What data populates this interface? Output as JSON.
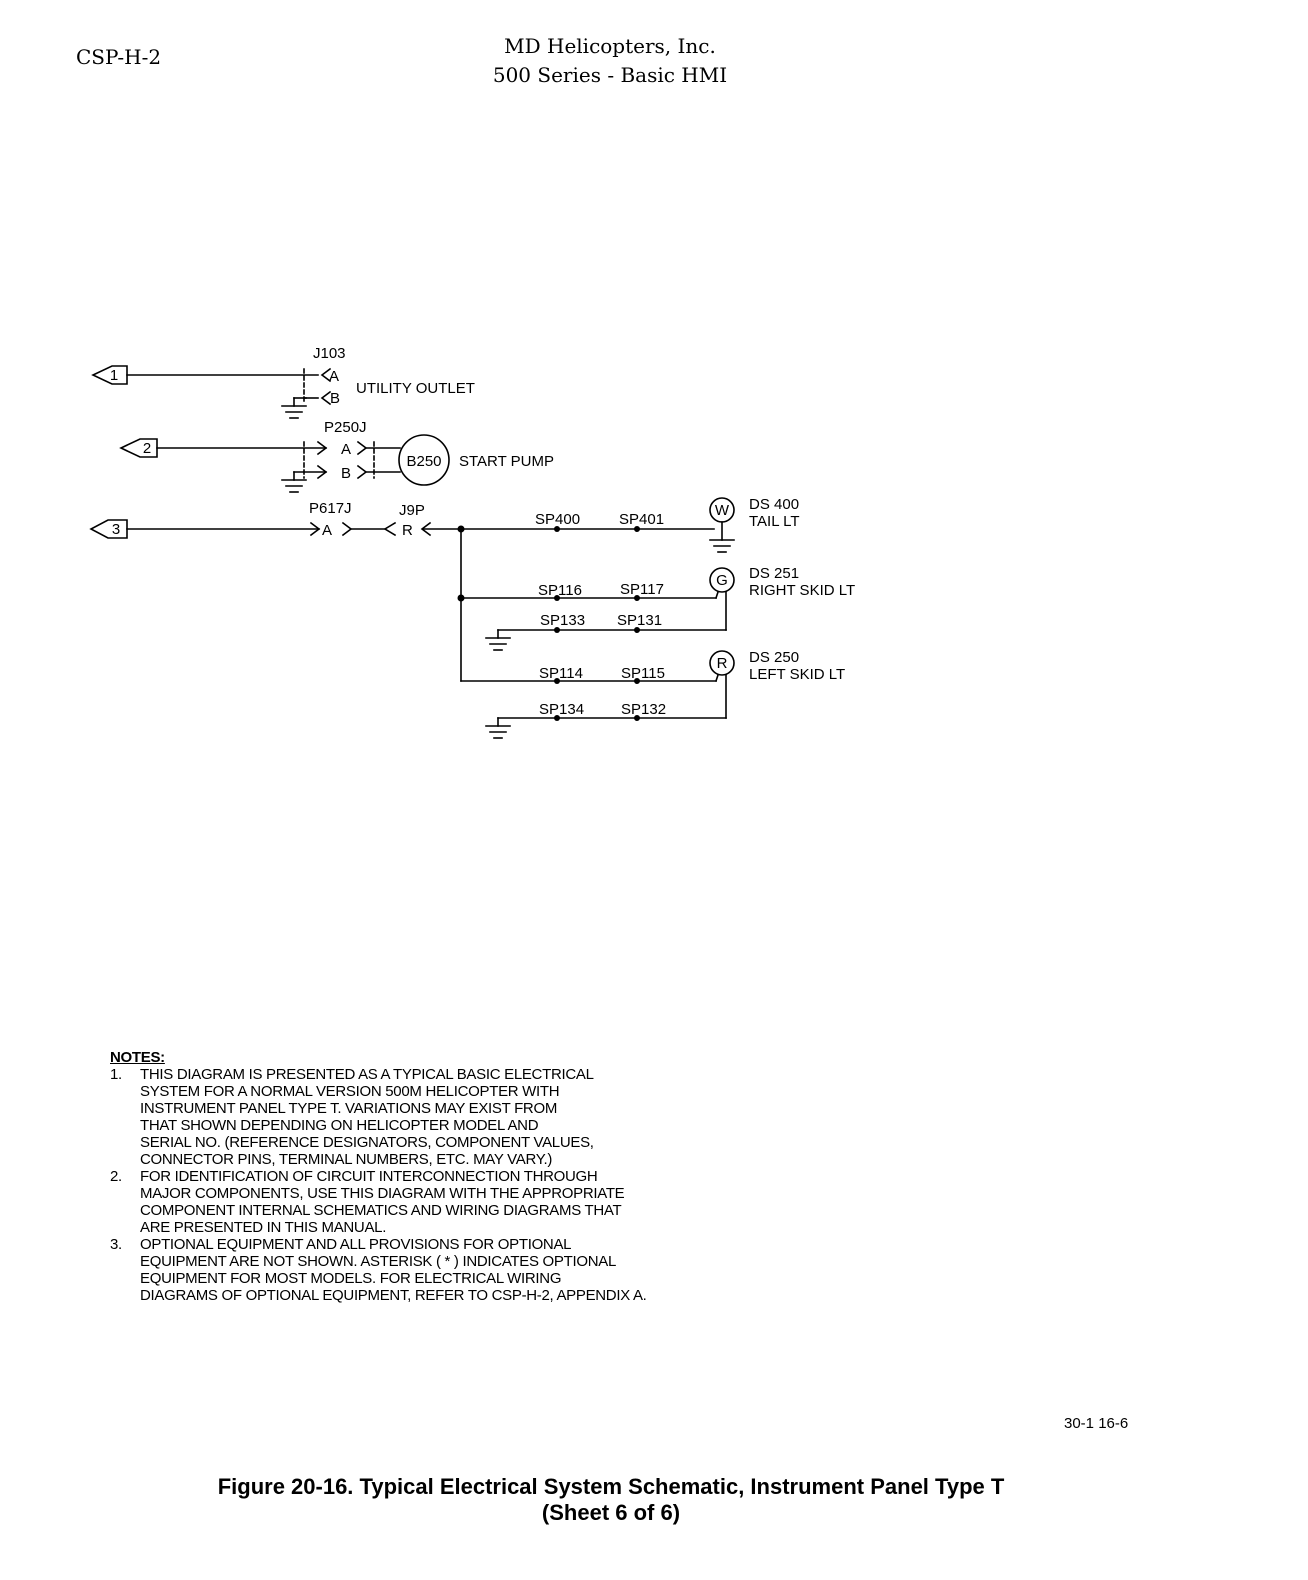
{
  "header": {
    "doc_id": "CSP-H-2",
    "company": "MD Helicopters, Inc.",
    "series": "500 Series - Basic HMI"
  },
  "schematic": {
    "wires": [
      "1",
      "2",
      "3"
    ],
    "j103": {
      "ref": "J103",
      "pin_a": "A",
      "pin_b": "B",
      "label": "UTILITY OUTLET"
    },
    "p250j": {
      "ref": "P250J",
      "pin_a": "A",
      "pin_b": "B"
    },
    "b250": {
      "ref": "B250",
      "label": "START PUMP"
    },
    "p617j": {
      "ref": "P617J",
      "pin": "A"
    },
    "j9p": {
      "ref": "J9P",
      "pin": "R"
    },
    "splices": [
      "SP400",
      "SP401",
      "SP116",
      "SP117",
      "SP133",
      "SP131",
      "SP114",
      "SP115",
      "SP134",
      "SP132"
    ],
    "lamps": [
      {
        "letter": "W",
        "ref": "DS 400",
        "label": "TAIL LT"
      },
      {
        "letter": "G",
        "ref": "DS 251",
        "label": "RIGHT SKID LT"
      },
      {
        "letter": "R",
        "ref": "DS 250",
        "label": "LEFT SKID LT"
      }
    ]
  },
  "notes": {
    "title": "NOTES:",
    "items": [
      {
        "num": "1.",
        "text": "THIS DIAGRAM IS PRESENTED AS A TYPICAL BASIC ELECTRICAL\nSYSTEM FOR A NORMAL VERSION 500M HELICOPTER WITH\nINSTRUMENT PANEL TYPE T. VARIATIONS MAY EXIST FROM\nTHAT SHOWN DEPENDING ON HELICOPTER MODEL AND\nSERIAL NO. (REFERENCE DESIGNATORS, COMPONENT VALUES,\nCONNECTOR PINS, TERMINAL NUMBERS, ETC. MAY VARY.)"
      },
      {
        "num": "2.",
        "text": "FOR IDENTIFICATION OF CIRCUIT INTERCONNECTION THROUGH\nMAJOR COMPONENTS, USE THIS DIAGRAM WITH THE APPROPRIATE\nCOMPONENT INTERNAL SCHEMATICS AND WIRING DIAGRAMS THAT\nARE PRESENTED IN THIS MANUAL."
      },
      {
        "num": "3.",
        "text": "OPTIONAL EQUIPMENT AND ALL PROVISIONS FOR OPTIONAL\nEQUIPMENT ARE NOT SHOWN. ASTERISK ( * ) INDICATES OPTIONAL\nEQUIPMENT FOR MOST MODELS. FOR ELECTRICAL WIRING\nDIAGRAMS OF OPTIONAL EQUIPMENT, REFER TO CSP-H-2, APPENDIX A."
      }
    ]
  },
  "figure_ref": "30-1 16-6",
  "caption": {
    "line1": "Figure  20-16.  Typical Electrical System Schematic, Instrument Panel Type T",
    "line2": "(Sheet 6 of 6)"
  }
}
